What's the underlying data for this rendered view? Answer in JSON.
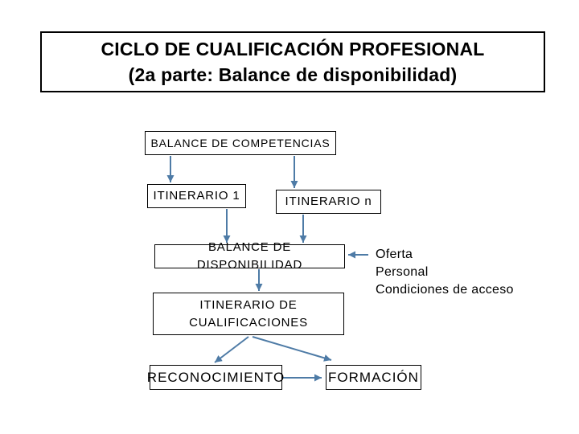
{
  "slide": {
    "title": "CICLO DE CUALIFICACIÓN PROFESIONAL\n(2a parte: Balance de disponibilidad)"
  },
  "diagram": {
    "nodes": {
      "balance_competencias": {
        "label": "BALANCE DE COMPETENCIAS"
      },
      "itinerario_1": {
        "label": "ITINERARIO 1"
      },
      "itinerario_n": {
        "label": "ITINERARIO n"
      },
      "balance_disponibilidad": {
        "label": "BALANCE DE DISPONIBILIDAD"
      },
      "itinerario_cualificaciones": {
        "label": "ITINERARIO DE\nCUALIFICACIONES"
      },
      "reconocimiento": {
        "label": "RECONOCIMIENTO"
      },
      "formacion": {
        "label": "FORMACIÓN"
      }
    },
    "side_note": "Oferta\nPersonal\nCondiciones de acceso",
    "connections": [
      {
        "from": "BALANCE DE COMPETENCIAS",
        "to": "ITINERARIO 1"
      },
      {
        "from": "BALANCE DE COMPETENCIAS",
        "to": "ITINERARIO n"
      },
      {
        "from": "ITINERARIO 1",
        "to": "BALANCE DE DISPONIBILIDAD"
      },
      {
        "from": "ITINERARIO n",
        "to": "BALANCE DE DISPONIBILIDAD"
      },
      {
        "from": "Oferta / Personal / Condiciones de acceso",
        "to": "BALANCE DE DISPONIBILIDAD"
      },
      {
        "from": "BALANCE DE DISPONIBILIDAD",
        "to": "ITINERARIO DE CUALIFICACIONES"
      },
      {
        "from": "ITINERARIO DE CUALIFICACIONES",
        "to": "RECONOCIMIENTO"
      },
      {
        "from": "ITINERARIO DE CUALIFICACIONES",
        "to": "FORMACIÓN"
      },
      {
        "from": "RECONOCIMIENTO",
        "to": "FORMACIÓN"
      }
    ]
  },
  "colors": {
    "connector": "#4e7ba6",
    "box_border": "#000000",
    "text": "#000000",
    "background": "#ffffff"
  }
}
